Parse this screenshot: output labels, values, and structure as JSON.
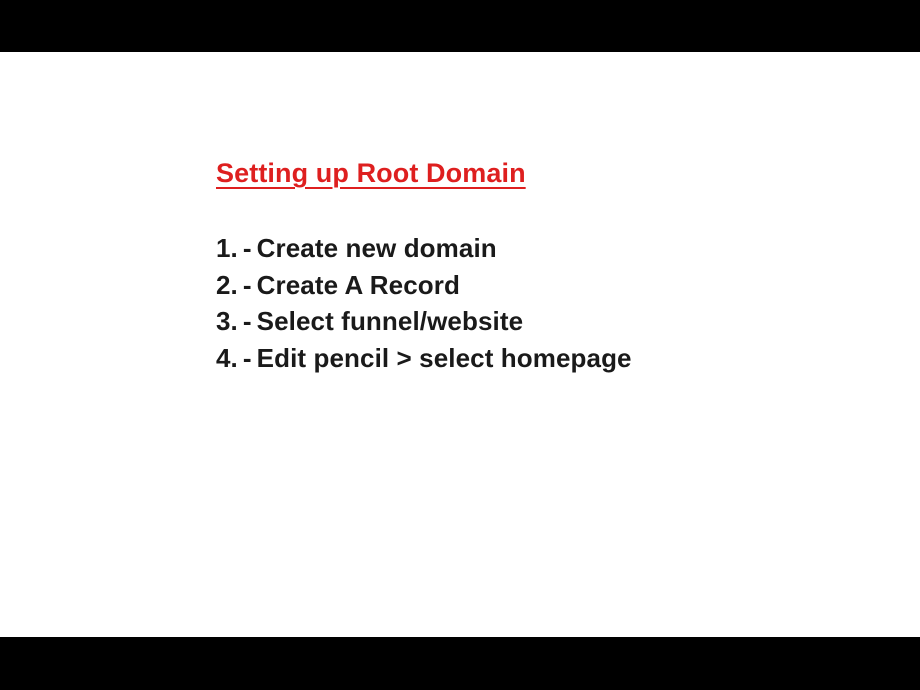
{
  "slide": {
    "title": "Setting up Root Domain",
    "steps": [
      {
        "number": "1.",
        "dash": "-",
        "text": "Create new domain"
      },
      {
        "number": "2.",
        "dash": "-",
        "text": "Create A Record"
      },
      {
        "number": "3.",
        "dash": "-",
        "text": "Select funnel/website"
      },
      {
        "number": "4.",
        "dash": "-",
        "text": "Edit pencil > select homepage"
      }
    ]
  },
  "colors": {
    "title": "#de1f1f",
    "body_text": "#1a1a1a",
    "slide_background": "#ffffff",
    "letterbox": "#000000"
  }
}
